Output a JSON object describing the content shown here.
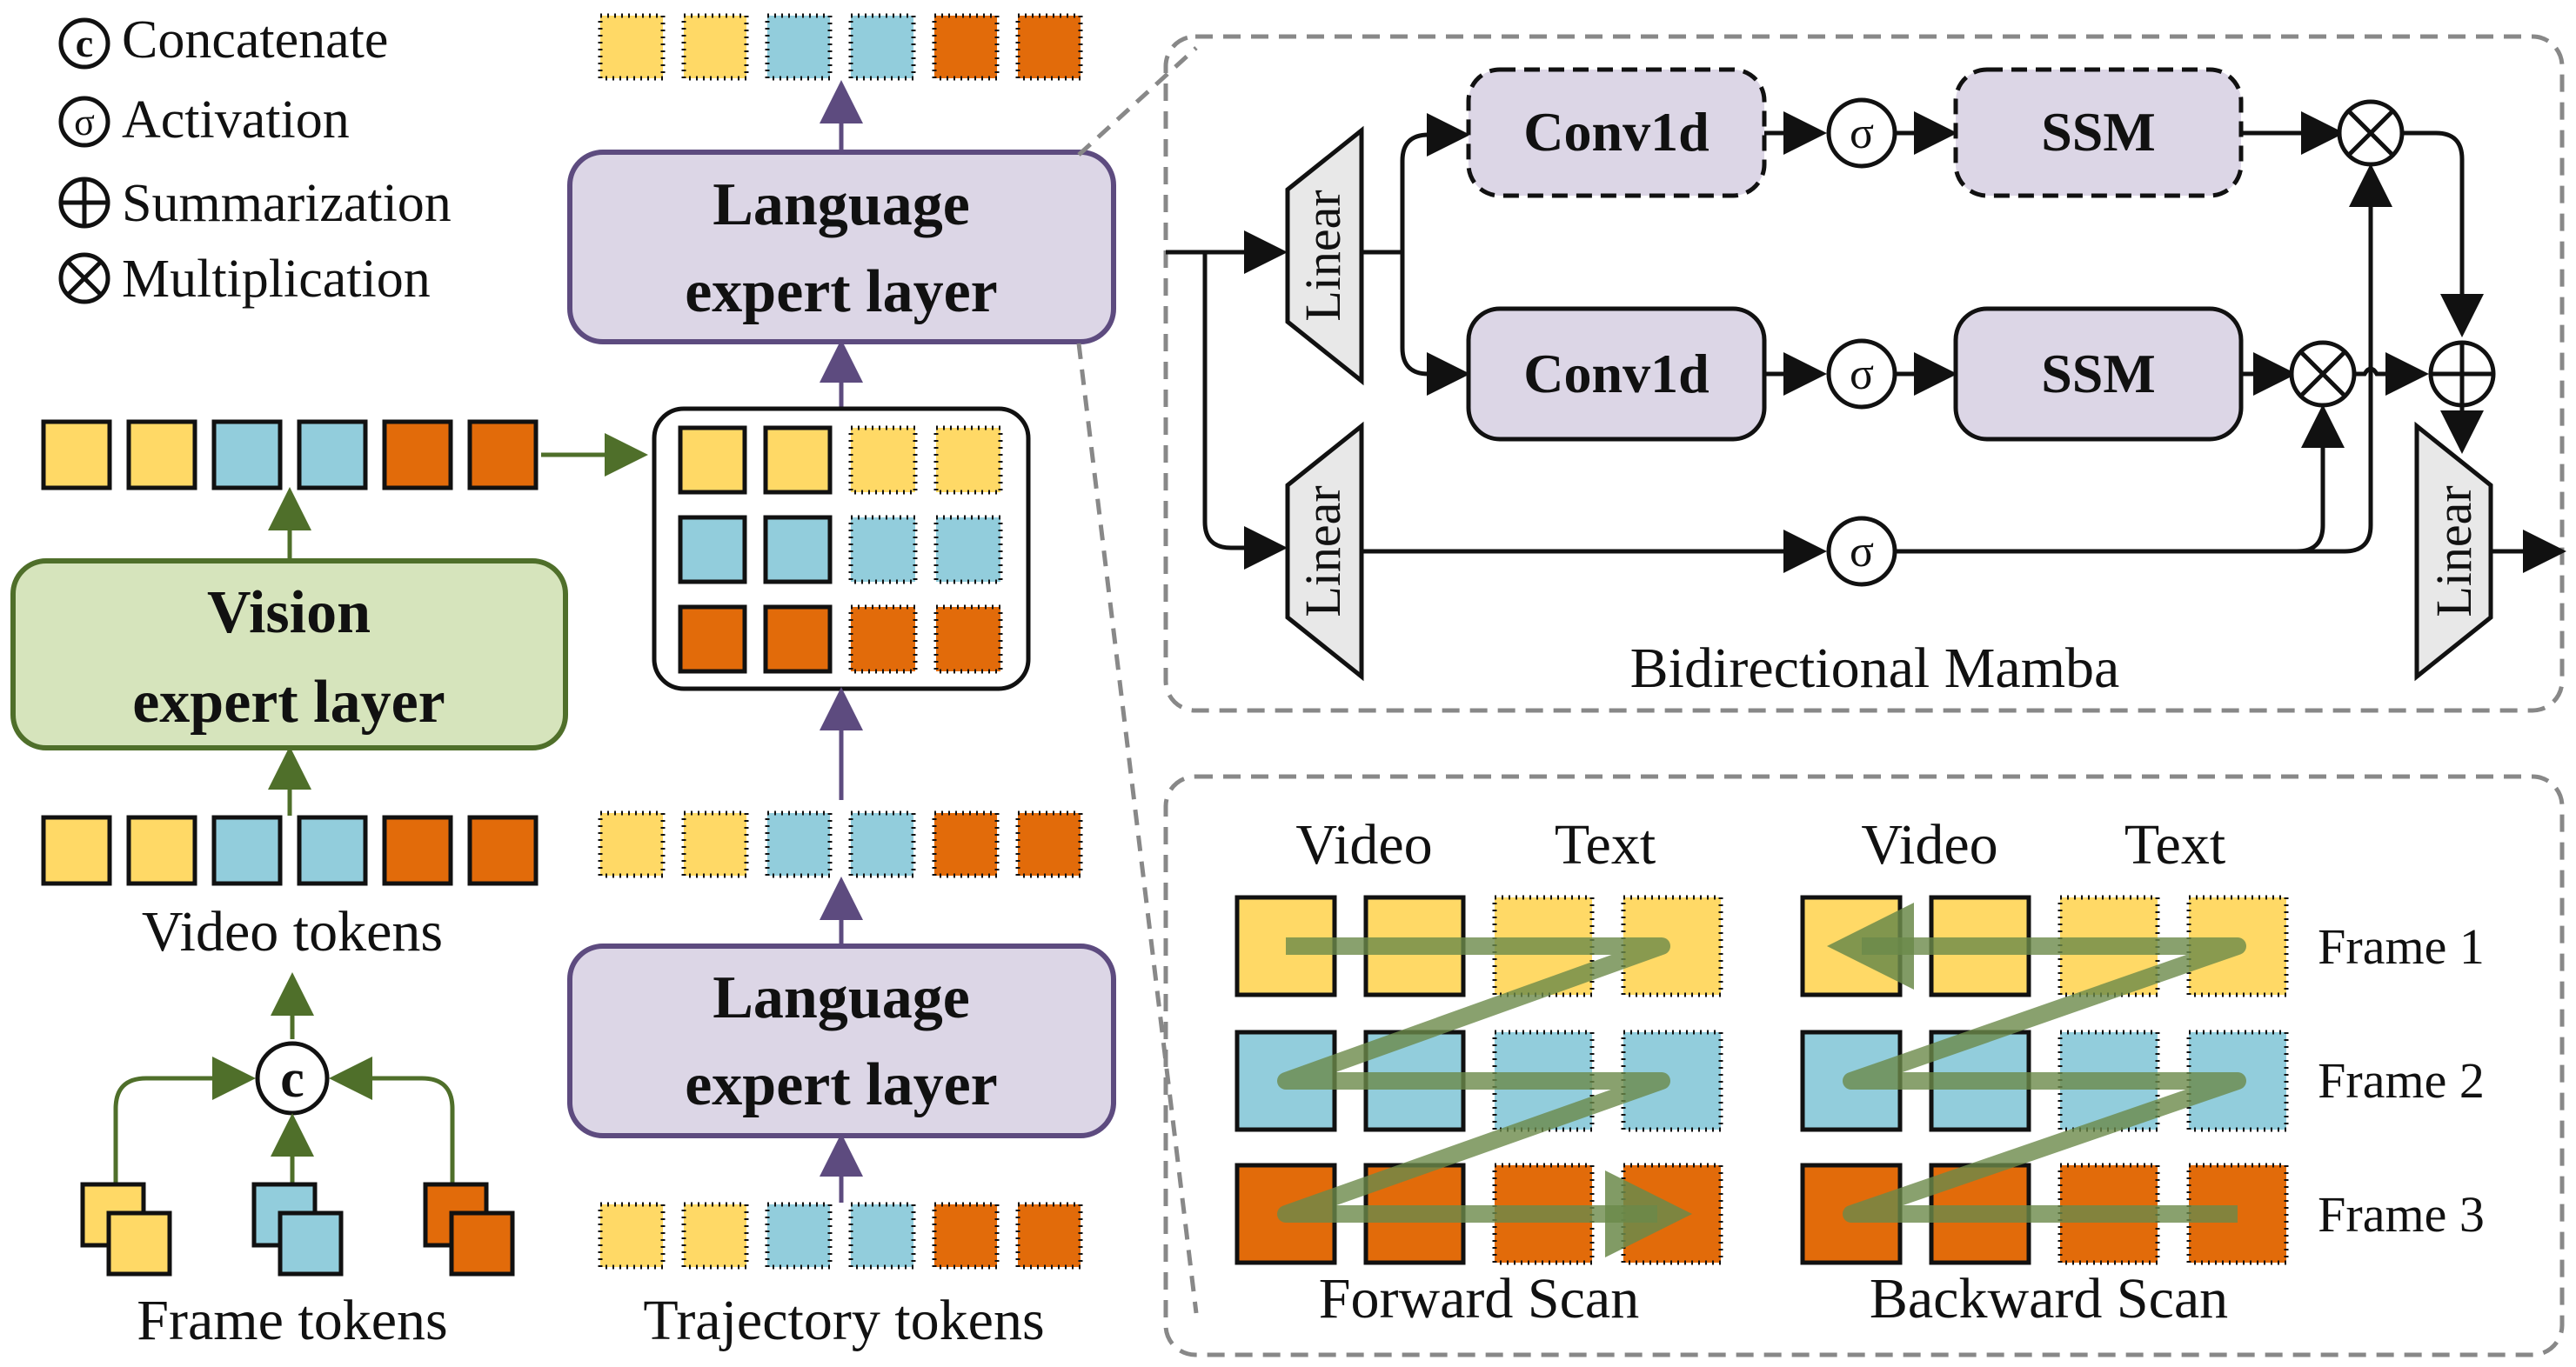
{
  "legend": {
    "concat_symbol": "c",
    "concat_label": "Concatenate",
    "act_symbol": "σ",
    "act_label": "Activation",
    "sum_symbol": "⊕",
    "sum_label": "Summarization",
    "mul_symbol": "⊗",
    "mul_label": "Multiplication"
  },
  "left": {
    "vision_line1": "Vision",
    "vision_line2": "expert layer",
    "video_tokens": "Video tokens",
    "frame_tokens": "Frame tokens",
    "concat_symbol": "c"
  },
  "middle": {
    "lang_top_line1": "Language",
    "lang_top_line2": "expert layer",
    "lang_bottom_line1": "Language",
    "lang_bottom_line2": "expert layer",
    "trajectory_tokens": "Trajectory tokens"
  },
  "mamba": {
    "title": "Bidirectional Mamba",
    "linear_label": "Linear",
    "conv_top": "Conv1d",
    "ssm_top": "SSM",
    "conv_bottom": "Conv1d",
    "ssm_bottom": "SSM",
    "sigma": "σ"
  },
  "scan": {
    "video": "Video",
    "text": "Text",
    "frame1": "Frame 1",
    "frame2": "Frame 2",
    "frame3": "Frame 3",
    "forward": "Forward Scan",
    "backward": "Backward Scan"
  },
  "colors": {
    "yellow": "#FFD966",
    "blue": "#92CDDC",
    "orange": "#E26B0A",
    "purple_fill": "#DCD6E6",
    "purple_stroke": "#5D4B7F",
    "green_fill": "#D6E4BC",
    "green_stroke": "#4F6F2A",
    "scan_arrow": "#6B8A4A"
  }
}
